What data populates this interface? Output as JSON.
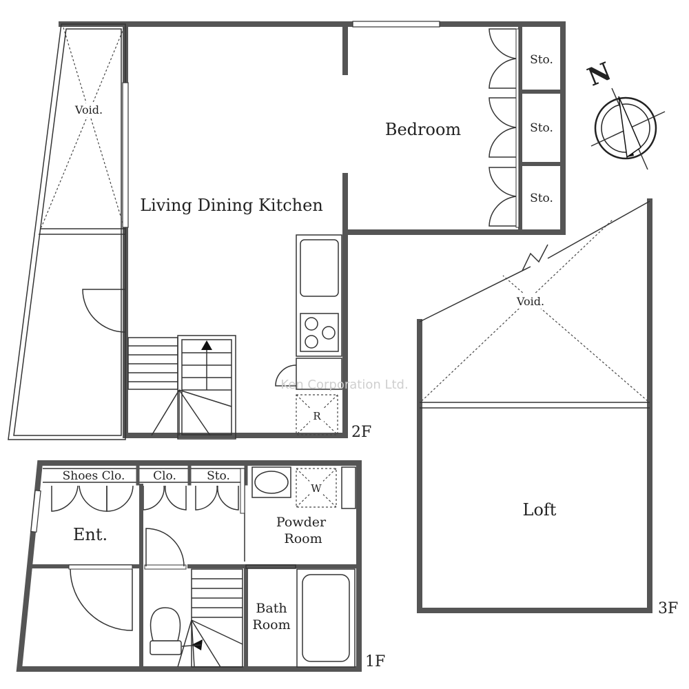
{
  "floors": {
    "f2": {
      "level_label": "2F",
      "rooms": {
        "void": "Void.",
        "ldk": "Living Dining Kitchen",
        "bedroom": "Bedroom",
        "storage_1": "Sto.",
        "storage_2": "Sto.",
        "storage_3": "Sto.",
        "fridge": "R"
      }
    },
    "f1": {
      "level_label": "1F",
      "rooms": {
        "shoes_closet": "Shoes Clo.",
        "closet": "Clo.",
        "storage": "Sto.",
        "entrance": "Ent.",
        "powder_line1": "Powder",
        "powder_line2": "Room",
        "washer": "W",
        "bath_line1": "Bath",
        "bath_line2": "Room"
      }
    },
    "f3": {
      "level_label": "3F",
      "rooms": {
        "void": "Void.",
        "loft": "Loft"
      }
    }
  },
  "compass": {
    "north_label": "N"
  },
  "watermark": "Ken Corporation Ltd."
}
